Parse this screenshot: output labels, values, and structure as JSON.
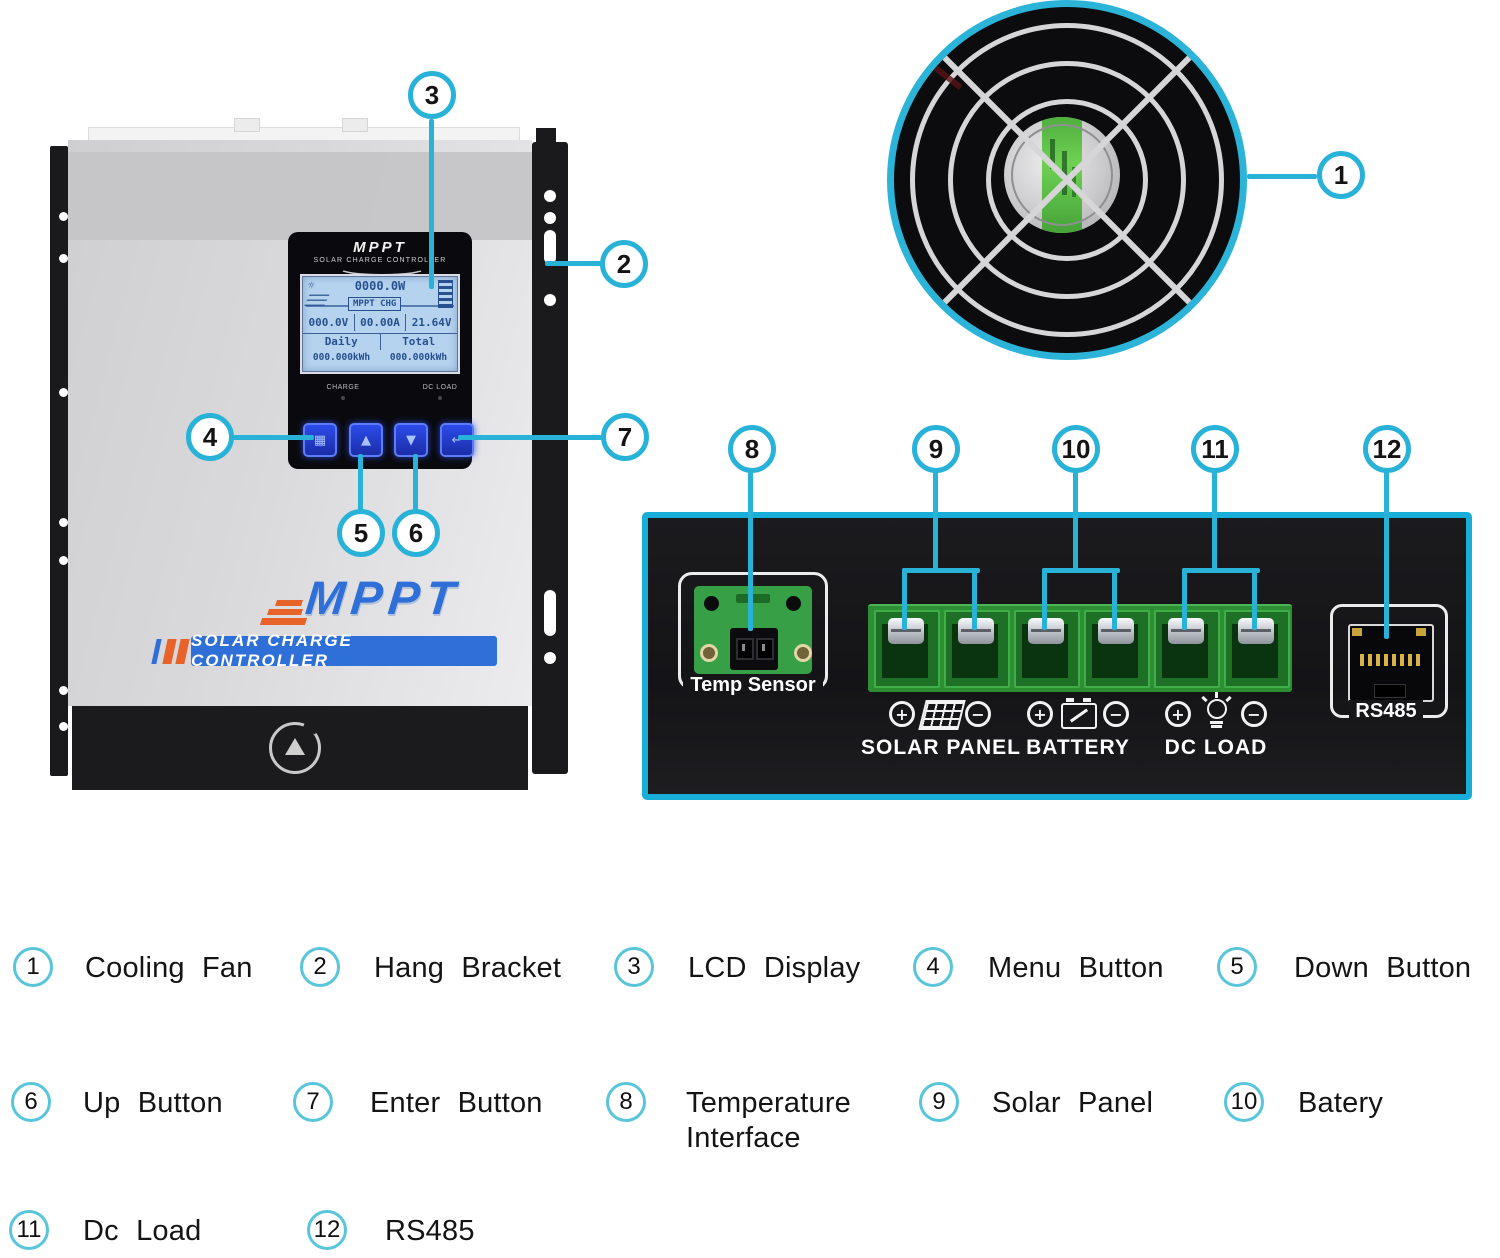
{
  "colors": {
    "accent": "#29b2d7",
    "rear_panel_border": "#18aed8",
    "logo_blue": "#2f6fd8",
    "logo_orange": "#e8632a",
    "lcd_bg": "#b5d3ef",
    "terminal_green": "#2c8f34",
    "button_blue": "#2647df"
  },
  "callouts": [
    "1",
    "2",
    "3",
    "4",
    "5",
    "6",
    "7",
    "8",
    "9",
    "10",
    "11",
    "12"
  ],
  "front": {
    "panel_brand": "MPPT",
    "panel_subtitle": "SOLAR CHARGE CONTROLLER",
    "lcd": {
      "sun_icon": "☼",
      "power": "0000.0W",
      "mode": "MPPT CHG",
      "pv_voltage": "000.0V",
      "current": "00.00A",
      "battery_voltage": "21.64V",
      "daily_label": "Daily",
      "total_label": "Total",
      "daily_energy": "000.000kWh",
      "total_energy": "000.000kWh"
    },
    "leds": {
      "charge": "CHARGE",
      "dc_load": "DC LOAD"
    },
    "buttons": {
      "menu": "▦",
      "up": "▲",
      "down": "▼",
      "enter": "↵"
    },
    "logo_brand": "MPPT",
    "logo_subtitle": "SOLAR CHARGE CONTROLLER"
  },
  "rear": {
    "temp_sensor": "Temp Sensor",
    "solar_panel": "SOLAR PANEL",
    "battery": "BATTERY",
    "dc_load": "DC LOAD",
    "rs485": "RS485",
    "plus": "+",
    "minus": "−"
  },
  "legend": {
    "items": [
      {
        "num": "1",
        "label": "Cooling Fan"
      },
      {
        "num": "2",
        "label": "Hang Bracket"
      },
      {
        "num": "3",
        "label": "LCD Display"
      },
      {
        "num": "4",
        "label": "Menu Button"
      },
      {
        "num": "5",
        "label": "Down Button"
      },
      {
        "num": "6",
        "label": "Up Button"
      },
      {
        "num": "7",
        "label": "Enter Button"
      },
      {
        "num": "8",
        "label": "Temperature\nInterface"
      },
      {
        "num": "9",
        "label": "Solar Panel"
      },
      {
        "num": "10",
        "label": "Batery"
      },
      {
        "num": "11",
        "label": "Dc Load"
      },
      {
        "num": "12",
        "label": "RS485"
      }
    ]
  }
}
